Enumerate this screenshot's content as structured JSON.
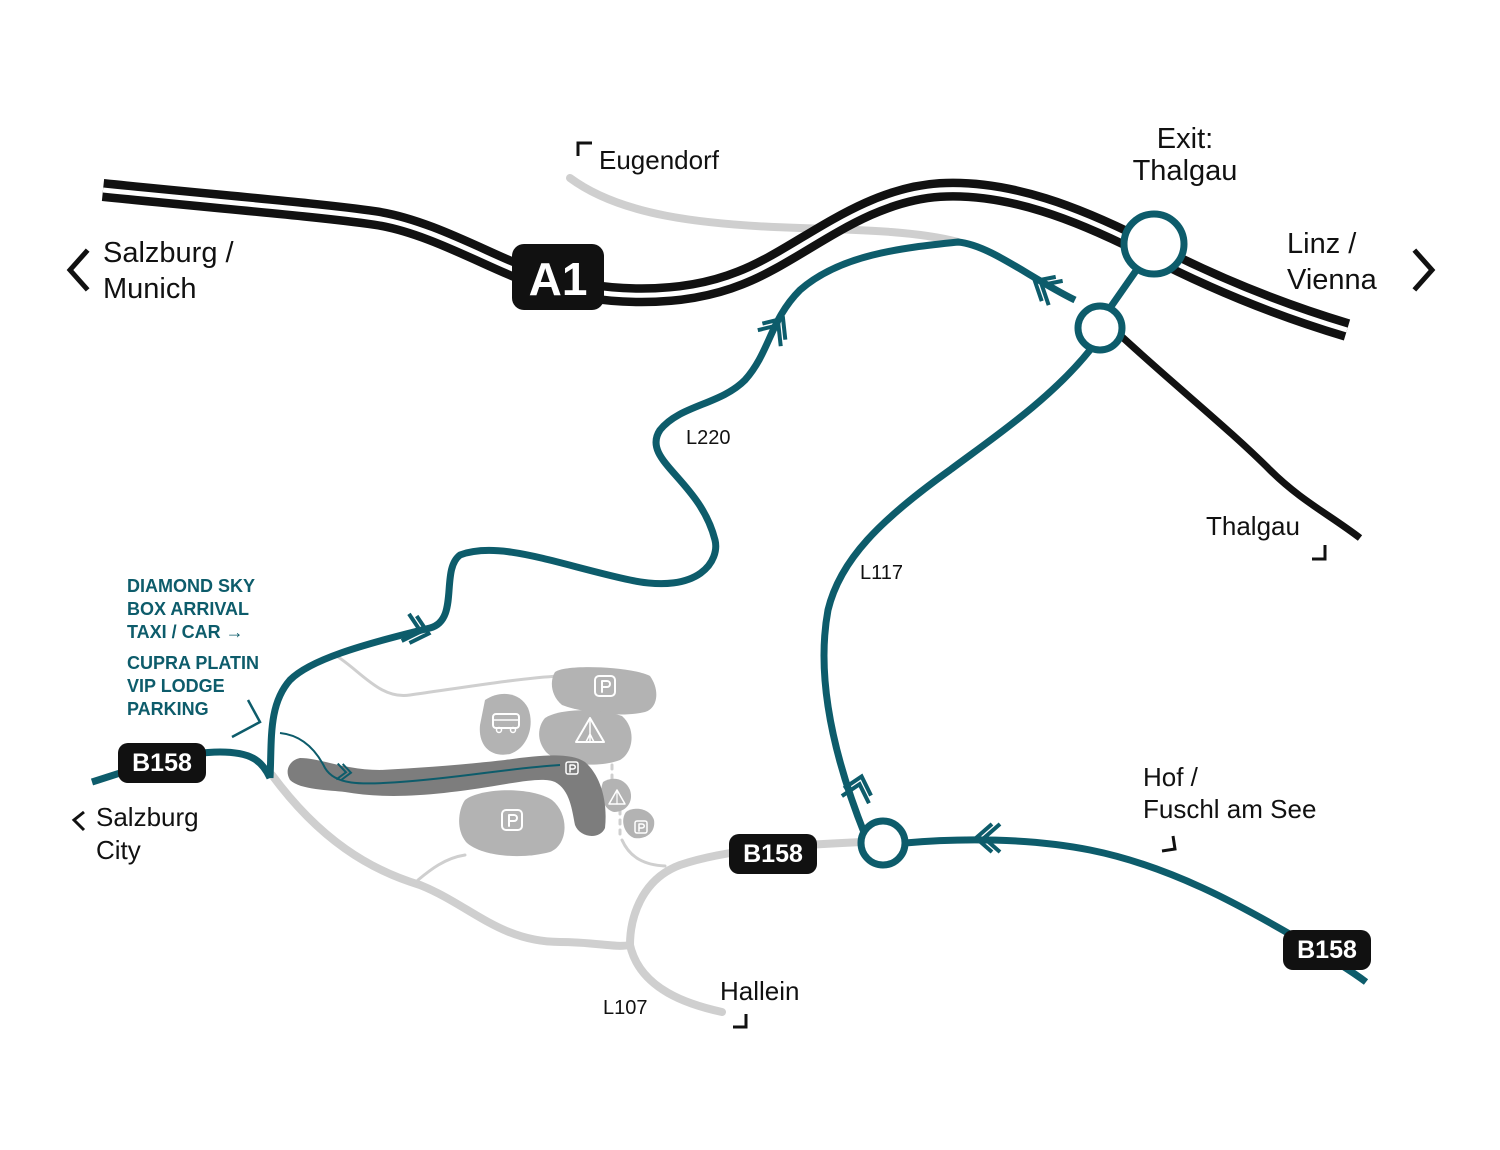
{
  "colors": {
    "primary_route": "#0d5c6b",
    "motorway": "#111111",
    "secondary_road": "#cfcfcf",
    "venue_area": "#b3b3b3",
    "venue_dark": "#7d7d7d",
    "shield_bg": "#111111"
  },
  "motorway": {
    "shield": "A1"
  },
  "exit": {
    "line1": "Exit:",
    "line2": "Thalgau"
  },
  "destinations": {
    "salzburg_munich": {
      "line1": "Salzburg /",
      "line2": "Munich"
    },
    "linz_vienna": {
      "line1": "Linz /",
      "line2": "Vienna"
    },
    "eugendorf": "Eugendorf",
    "thalgau": "Thalgau",
    "salzburg_city": {
      "line1": "Salzburg",
      "line2": "City"
    },
    "hof_fuschl": {
      "line1": "Hof /",
      "line2": "Fuschl am See"
    },
    "hallein": "Hallein"
  },
  "roads": {
    "l220": "L220",
    "l117": "L117",
    "l107": "L107",
    "b158_west": "B158",
    "b158_center": "B158",
    "b158_east": "B158"
  },
  "notes": {
    "arrival": {
      "line1": "DIAMOND SKY",
      "line2": "BOX ARRIVAL",
      "line3": "TAXI / CAR →"
    },
    "parking": {
      "line1": "CUPRA PLATIN",
      "line2": "VIP LODGE",
      "line3": "PARKING"
    }
  },
  "icons": {
    "parking": "parking-icon",
    "bus": "bus-icon",
    "tent": "tent-icon",
    "direction_left": "chevron-left-icon",
    "direction_right": "chevron-right-icon",
    "route_arrow": "double-chevron-icon"
  }
}
